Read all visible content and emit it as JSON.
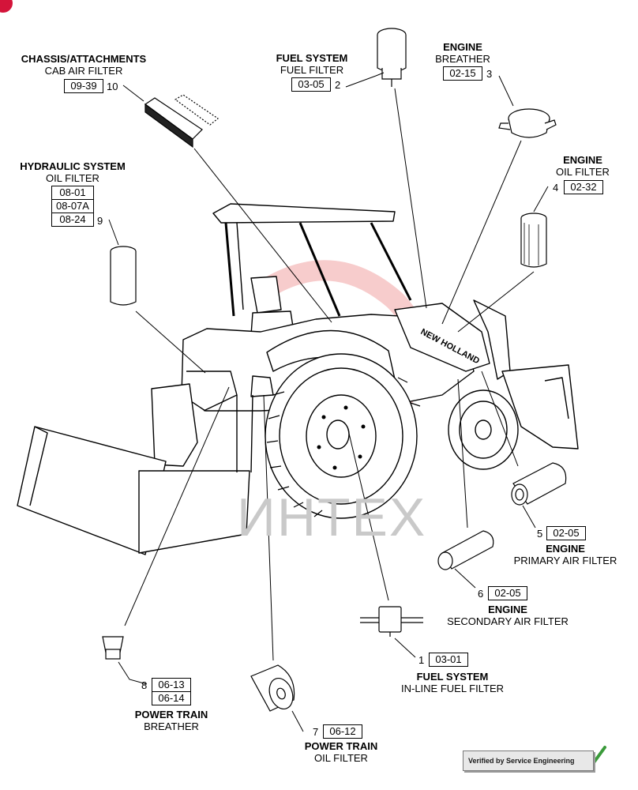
{
  "callouts": [
    {
      "num": "10",
      "category": "CHASSIS/ATTACHMENTS",
      "name": "CAB AIR FILTER",
      "refs": [
        "09-39"
      ]
    },
    {
      "num": "2",
      "category": "FUEL SYSTEM",
      "name": "FUEL FILTER",
      "refs": [
        "03-05"
      ]
    },
    {
      "num": "3",
      "category": "ENGINE",
      "name": "BREATHER",
      "refs": [
        "02-15"
      ]
    },
    {
      "num": "4",
      "category": "ENGINE",
      "name": "OIL FILTER",
      "refs": [
        "02-32"
      ]
    },
    {
      "num": "9",
      "category": "HYDRAULIC SYSTEM",
      "name": "OIL FILTER",
      "refs": [
        "08-01",
        "08-07A",
        "08-24"
      ]
    },
    {
      "num": "5",
      "category": "ENGINE",
      "name": "PRIMARY AIR FILTER",
      "refs": [
        "02-05"
      ]
    },
    {
      "num": "6",
      "category": "ENGINE",
      "name": "SECONDARY AIR FILTER",
      "refs": [
        "02-05"
      ]
    },
    {
      "num": "1",
      "category": "FUEL SYSTEM",
      "name": "IN-LINE FUEL FILTER",
      "refs": [
        "03-01"
      ]
    },
    {
      "num": "8",
      "category": "POWER TRAIN",
      "name": "BREATHER",
      "refs": [
        "06-13",
        "06-14"
      ]
    },
    {
      "num": "7",
      "category": "POWER TRAIN",
      "name": "OIL FILTER",
      "refs": [
        "06-12"
      ]
    }
  ],
  "machine_brand": "NEW HOLLAND",
  "watermark": "ИНТЕХ",
  "badge": "Verified by Service Engineering",
  "colors": {
    "line": "#000000",
    "watermark_red": "#e88a8a",
    "check_green": "#3a9a3a",
    "corner_red": "#d4143a"
  }
}
